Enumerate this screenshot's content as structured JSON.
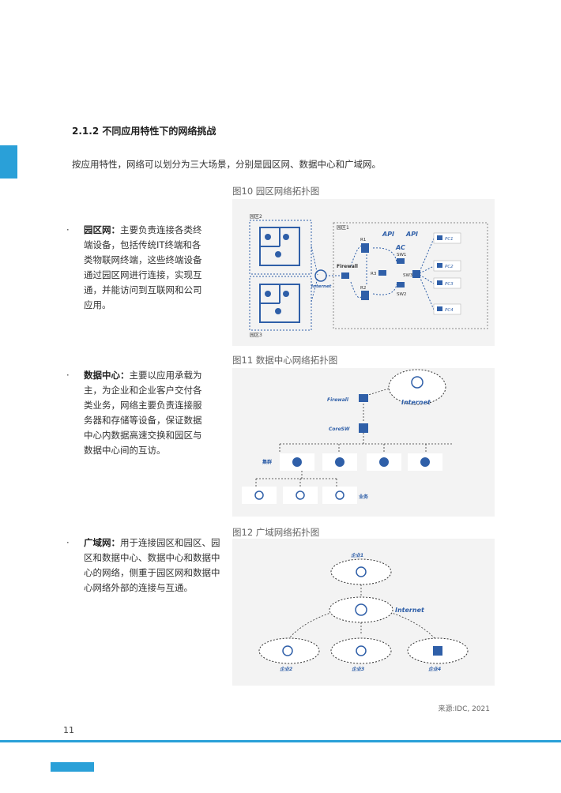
{
  "section_heading": "2.1.2 不同应用特性下的网络挑战",
  "intro": "按应用特性，网络可以划分为三大场景，分别是园区网、数据中心和广域网。",
  "bullets": [
    {
      "dot": "·",
      "term": "园区网：",
      "lines": [
        "主要负责连接各类终",
        "端设备，包括传统IT终端和各",
        "类物联网终端，这些终端设备",
        "通过园区网进行连接，实现互",
        "通，并能访问到互联网和公司",
        "应用。"
      ]
    },
    {
      "dot": "·",
      "term": "数据中心：",
      "lines": [
        "主要以应用承载为",
        "主，为企业和企业客户交付各",
        "类业务，网络主要负责连接服",
        "务器和存储等设备，保证数据",
        "中心内数据高速交换和园区与",
        "数据中心间的互访。"
      ]
    },
    {
      "dot": "·",
      "term": "广域网：",
      "lines": [
        "用于连接园区和园区、园",
        "区和数据中心、数据中心和数据中",
        "心的网络，侧重于园区网和数据中",
        "心网络外部的连接与互通。"
      ]
    }
  ],
  "figures": {
    "fig10": {
      "caption": "图10 园区网络拓扑图",
      "labels": {
        "campus2": "园区2",
        "campus3": "园区3",
        "campus1": "园区1",
        "internet": "Internet",
        "firewall": "Firewall",
        "r1": "R1",
        "r2": "R2",
        "r3": "R3",
        "api1": "API",
        "api2": "API",
        "ac": "AC",
        "sw1": "SW1",
        "sw2": "SW2",
        "sw3": "SW3",
        "pc1": "PC1",
        "pc2": "PC2",
        "pc3": "PC3",
        "pc4": "PC4"
      }
    },
    "fig11": {
      "caption": "图11 数据中心网络拓扑图",
      "labels": {
        "firewall": "Firewall",
        "internet": "Internet",
        "coresw": "CoreSW",
        "cluster": "集群",
        "service": "业务"
      }
    },
    "fig12": {
      "caption": "图12 广域网络拓扑图",
      "labels": {
        "ent1": "企业1",
        "internet": "Internet",
        "ent2": "企业2",
        "ent3": "企业3",
        "ent4": "企业4"
      }
    }
  },
  "source": "来源:IDC, 2021",
  "page_number": "11",
  "colors": {
    "accent": "#2aa0d8",
    "diagram_blue": "#2f5fa8",
    "figure_bg": "#f3f3f3"
  }
}
